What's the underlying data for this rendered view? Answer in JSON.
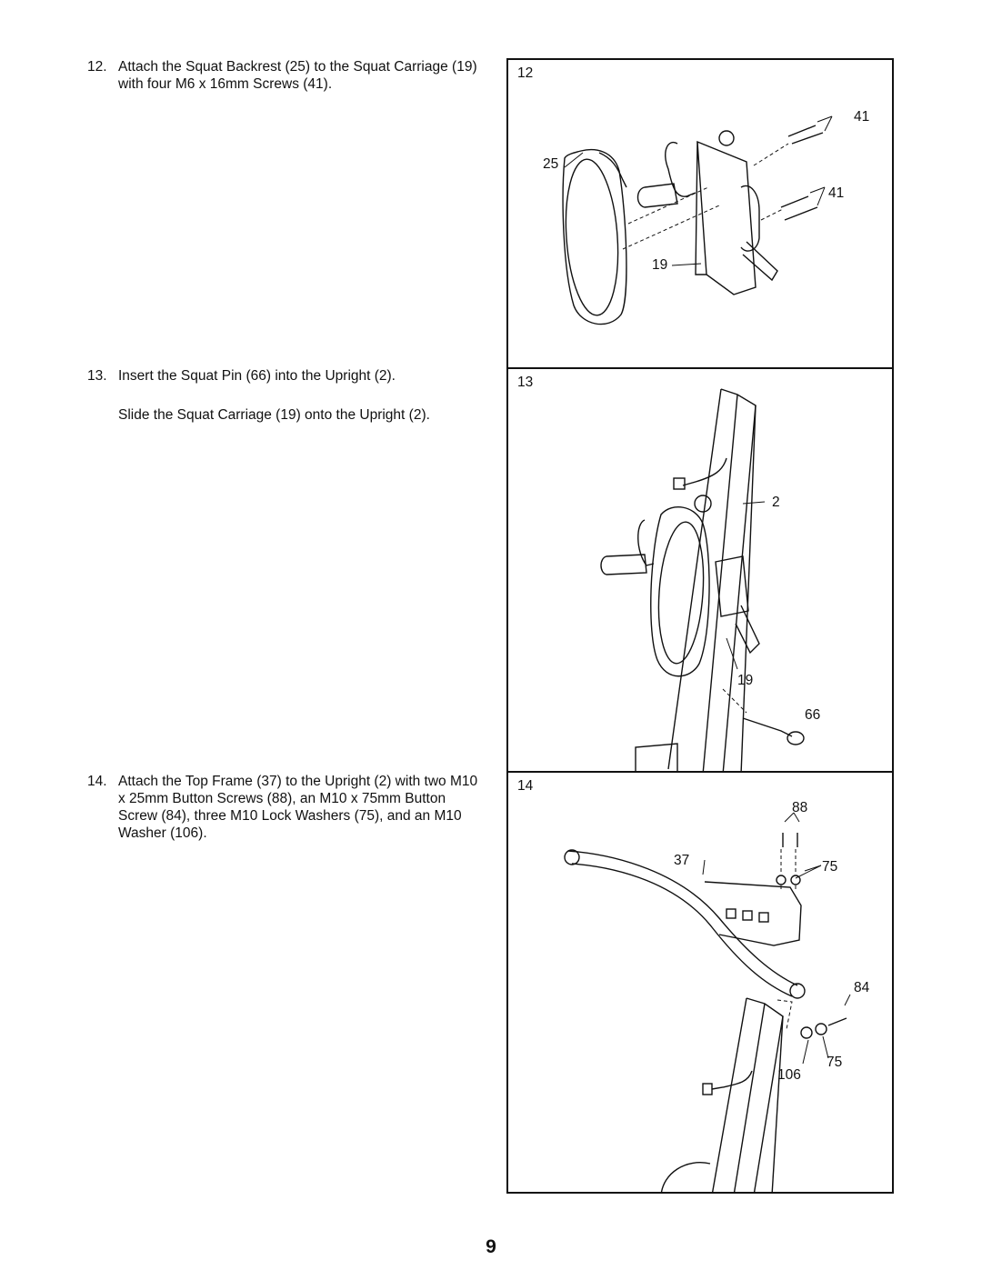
{
  "steps": [
    {
      "number": "12.",
      "text": "Attach the Squat Backrest (25) to the Squat Carriage (19) with four M6 x 16mm Screws (41).",
      "text2": ""
    },
    {
      "number": "13.",
      "text": "Insert the Squat Pin (66) into the Upright (2).",
      "text2": "Slide the Squat Carriage (19) onto the Upright (2)."
    },
    {
      "number": "14.",
      "text": "Attach the Top Frame (37) to the Upright (2) with two M10 x 25mm Button Screws (88), an M10 x 75mm Button Screw (84), three M10 Lock Washers (75), and an M10 Washer (106).",
      "text2": ""
    }
  ],
  "figures": [
    {
      "number": "12",
      "callouts": [
        "41",
        "25",
        "41",
        "19"
      ]
    },
    {
      "number": "13",
      "callouts": [
        "2",
        "19",
        "66"
      ]
    },
    {
      "number": "14",
      "callouts": [
        "88",
        "37",
        "75",
        "84",
        "75",
        "106"
      ]
    }
  ],
  "page_number": "9"
}
